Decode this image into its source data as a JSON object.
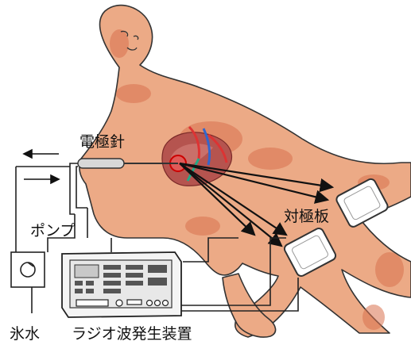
{
  "labels": {
    "electrode_needle": "電極針",
    "pump": "ポンプ",
    "counter_electrode": "対極板",
    "ice_water": "氷水",
    "rf_generator": "ラジオ波発生装置"
  },
  "colors": {
    "skin": "#ecaa86",
    "skin_shade": "#d9714f",
    "liver": "#b5544f",
    "outline": "#333333",
    "wire": "#222222",
    "pad": "#ffffff",
    "device": "#f2f2f2"
  }
}
